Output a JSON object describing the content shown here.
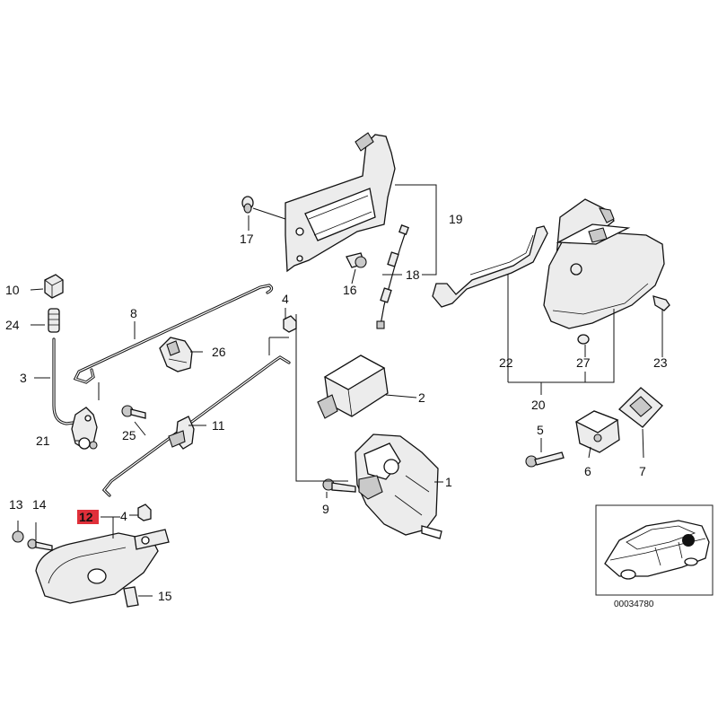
{
  "diagram": {
    "callouts": [
      {
        "id": "1",
        "text": "1"
      },
      {
        "id": "2",
        "text": "2"
      },
      {
        "id": "3",
        "text": "3"
      },
      {
        "id": "4a",
        "text": "4"
      },
      {
        "id": "4b",
        "text": "4"
      },
      {
        "id": "5",
        "text": "5"
      },
      {
        "id": "6",
        "text": "6"
      },
      {
        "id": "7",
        "text": "7"
      },
      {
        "id": "8",
        "text": "8"
      },
      {
        "id": "9",
        "text": "9"
      },
      {
        "id": "10",
        "text": "10"
      },
      {
        "id": "11",
        "text": "11"
      },
      {
        "id": "12",
        "text": "12",
        "highlighted": true
      },
      {
        "id": "13",
        "text": "13"
      },
      {
        "id": "14",
        "text": "14"
      },
      {
        "id": "15",
        "text": "15"
      },
      {
        "id": "16",
        "text": "16"
      },
      {
        "id": "17",
        "text": "17"
      },
      {
        "id": "18",
        "text": "18"
      },
      {
        "id": "19",
        "text": "19"
      },
      {
        "id": "20",
        "text": "20"
      },
      {
        "id": "21",
        "text": "21"
      },
      {
        "id": "22",
        "text": "22"
      },
      {
        "id": "23",
        "text": "23"
      },
      {
        "id": "24",
        "text": "24"
      },
      {
        "id": "25",
        "text": "25"
      },
      {
        "id": "26",
        "text": "26"
      },
      {
        "id": "27",
        "text": "27"
      }
    ],
    "inset": {
      "reference_number": "00034780"
    },
    "colors": {
      "highlight": "#e0303a",
      "line": "#111111",
      "background": "#ffffff"
    }
  }
}
